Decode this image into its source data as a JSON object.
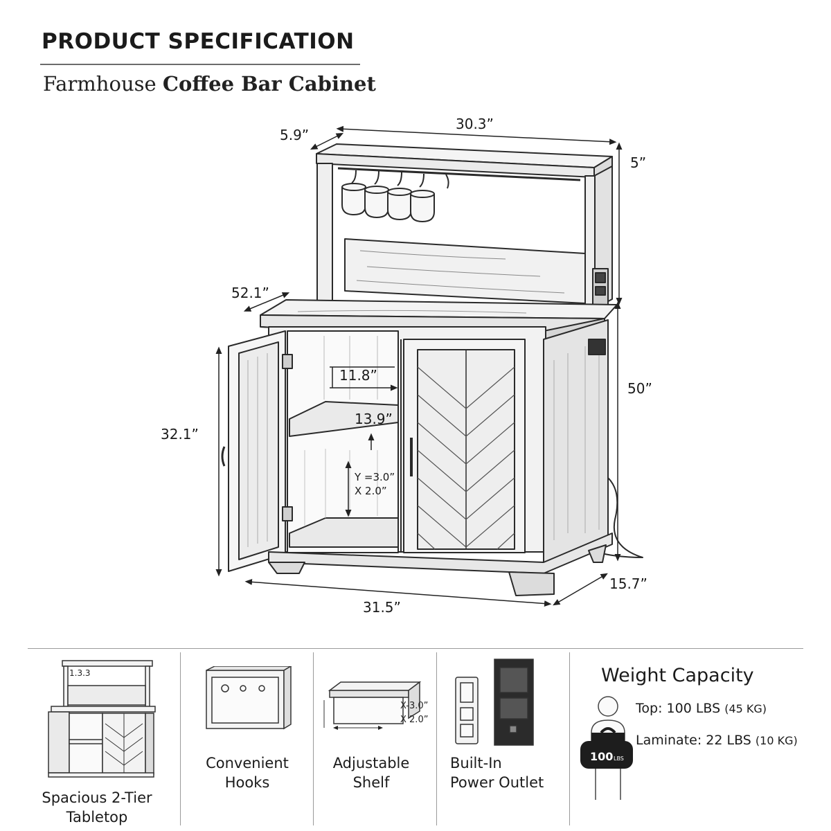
{
  "header": {
    "title": "PRODUCT SPECIFICATION",
    "subtitle_prefix": "Farmhouse",
    "subtitle_bold": "Coffee Bar Cabinet"
  },
  "dimensions": {
    "top_width": "30.3”",
    "top_depth": "5.9”",
    "hutch_height": "5”",
    "tabletop_height": "52.1”",
    "total_height": "50”",
    "door_height": "32.1”",
    "shelf_gap": "11.8”",
    "shelf_width": "13.9”",
    "adjust_y": "Y =3.0”",
    "adjust_x": "X  2.0”",
    "base_width": "31.5”",
    "base_depth": "15.7”"
  },
  "features": [
    {
      "label_line1": "Spacious 2-Tier",
      "label_line2": "Tabletop",
      "icon": "cabinet-thumbnail-icon",
      "icon_text": "1.3.3"
    },
    {
      "label_line1": "Convenient",
      "label_line2": "Hooks",
      "icon": "hooks-icon"
    },
    {
      "label_line1": "Adjustable",
      "label_line2": "Shelf",
      "icon": "adjustable-shelf-icon",
      "icon_text_1": "X-3.0”",
      "icon_text_2": "X  2.0”"
    },
    {
      "label_line1": "Built-In",
      "label_line2": "Power Outlet",
      "icon": "power-outlet-icon"
    }
  ],
  "weight_capacity": {
    "title": "Weight Capacity",
    "top_label": "Top:",
    "top_value": "100 LBS",
    "top_metric": "(45 KG)",
    "laminate_label": "Laminate:",
    "laminate_value": "22 LBS",
    "laminate_metric": "(10 KG)",
    "badge_text": "100",
    "badge_unit": "LBS",
    "icon": "person-with-weight-icon"
  }
}
